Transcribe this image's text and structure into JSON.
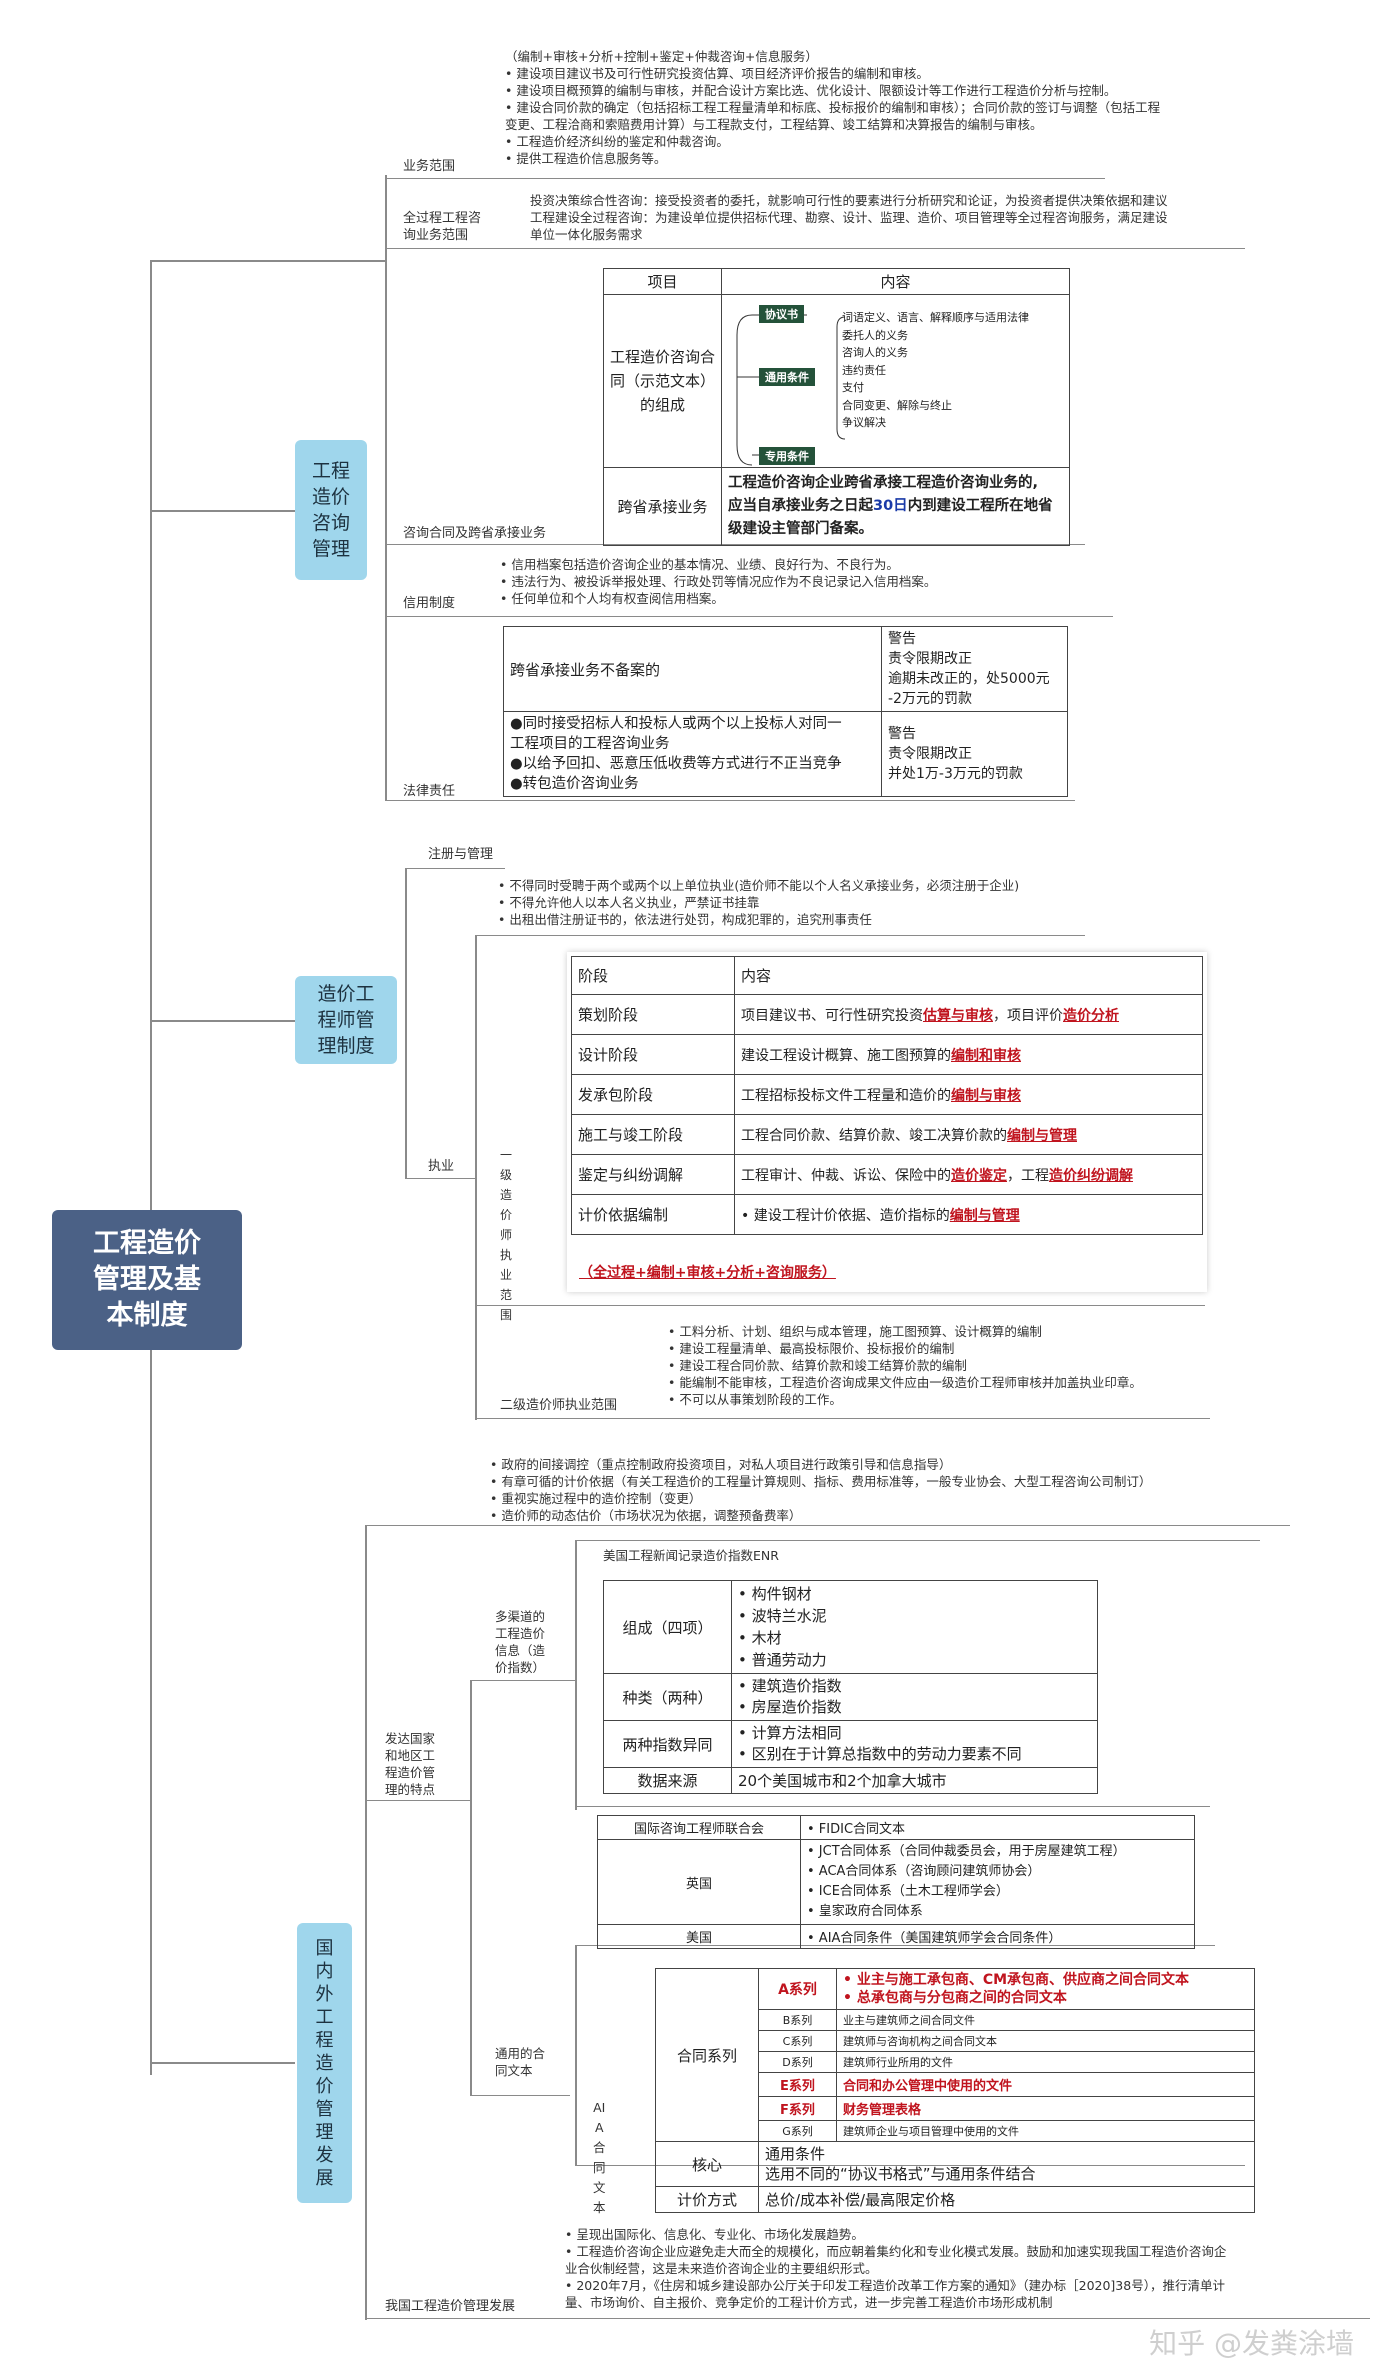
{
  "root_title": "工程造价\n管理及基\n本制度",
  "branches": {
    "consult": "工程\n造价\n咨询\n管理",
    "engineer": "造价工\n程师管\n理制度",
    "intl": "国\n内\n外\n工\n程\n造\n价\n管\n理\n发\n展"
  },
  "consult": {
    "scope_label": "业务范围",
    "scope_lines": [
      "（编制+审核+分析+控制+鉴定+仲裁咨询+信息服务）",
      "• 建设项目建议书及可行性研究投资估算、项目经济评价报告的编制和审核。",
      "• 建设项目概预算的编制与审核，并配合设计方案比选、优化设计、限额设计等工作进行工程造价分析与控制。",
      "• 建设合同价款的确定（包括招标工程工程量清单和标底、投标报价的编制和审核）；合同价款的签订与调整（包括工程",
      "  变更、工程洽商和索赔费用计算）与工程款支付，工程结算、竣工结算和决算报告的编制与审核。",
      "• 工程造价经济纠纷的鉴定和仲裁咨询。",
      "• 提供工程造价信息服务等。"
    ],
    "full_label": "全过程工程咨\n询业务范围",
    "full_lines": [
      "投资决策综合性咨询：接受投资者的委托，就影响可行性的要素进行分析研究和论证，为投资者提供决策依据和建议",
      "工程建设全过程咨询：为建设单位提供招标代理、勘察、设计、监理、造价、项目管理等全过程咨询服务，满足建设",
      "单位一体化服务需求"
    ],
    "contract_label": "咨询合同及跨省承接业务",
    "contract_table": {
      "h1": "项目",
      "h2": "内容",
      "row1_head": "工程造价咨询合\n同（示范文本）\n的组成",
      "tag1": "协议书",
      "tag2": "通用条件",
      "tag3": "专用条件",
      "items": [
        "词语定义、语言、解释顺序与适用法律",
        "委托人的义务",
        "咨询人的义务",
        "违约责任",
        "支付",
        "合同变更、解除与终止",
        "争议解决"
      ],
      "row2_head": "跨省承接业务",
      "row2_a": "工程造价咨询企业跨省承接工程造价咨询业务的,",
      "row2_b": "应当自承接业务之日起",
      "row2_num": "30日",
      "row2_c": "内到建设工程所在地省",
      "row2_d": "级建设主管部门备案。"
    },
    "credit_label": "信用制度",
    "credit_lines": [
      "• 信用档案包括造价咨询企业的基本情况、业绩、良好行为、不良行为。",
      "• 违法行为、被投诉举报处理、行政处罚等情况应作为不良记录记入信用档案。",
      "• 任何单位和个人均有权查阅信用档案。"
    ],
    "law_label": "法律责任",
    "law_table": {
      "r1_left": "跨省承接业务不备案的",
      "r1_right": "警告\n责令限期改正\n逾期未改正的，处5000元\n-2万元的罚款",
      "r2_left_1": "●同时接受招标人和投标人或两个以上投标人对同一",
      "r2_left_2": "工程项目的工程咨询业务",
      "r2_left_3": "●以给予回扣、恶意压低收费等方式进行不正当竞争",
      "r2_left_4": "●转包造价咨询业务",
      "r2_right": "警告\n责令限期改正\n并处1万-3万元的罚款"
    }
  },
  "engineer": {
    "reg_label": "注册与管理",
    "practice_label": "执业",
    "practice_lines": [
      "• 不得同时受聘于两个或两个以上单位执业(造价师不能以个人名义承接业务，必须注册于企业)",
      "• 不得允许他人以本人名义执业，严禁证书挂靠",
      "• 出租出借注册证书的，依法进行处罚，构成犯罪的，追究刑事责任"
    ],
    "first_label": "一\n级\n造\n价\n师\n执\n业\n范\n围",
    "stage_table": {
      "h1": "阶段",
      "h2": "内容",
      "rows": [
        {
          "stage": "策划阶段",
          "pre": "项目建议书、可行性研究投资",
          "red1": "估算与审核",
          "mid": "，项目评价",
          "red2": "造价分析"
        },
        {
          "stage": "设计阶段",
          "pre": "建设工程设计概算、施工图预算的",
          "red1": "编制和审核",
          "mid": "",
          "red2": ""
        },
        {
          "stage": "发承包阶段",
          "pre": "工程招标投标文件工程量和造价的",
          "red1": "编制与审核",
          "mid": "",
          "red2": ""
        },
        {
          "stage": "施工与竣工阶段",
          "pre": "工程合同价款、结算价款、竣工决算价款的",
          "red1": "编制与管理",
          "mid": "",
          "red2": ""
        },
        {
          "stage": "鉴定与纠纷调解",
          "pre": "工程审计、仲裁、诉讼、保险中的",
          "red1": "造价鉴定",
          "mid": "，工程",
          "red2": "造价纠纷调解"
        },
        {
          "stage": "计价依据编制",
          "pre": "• 建设工程计价依据、造价指标的",
          "red1": "编制与管理",
          "mid": "",
          "red2": ""
        }
      ],
      "footer": "（全过程+编制+审核+分析+咨询服务）"
    },
    "second_label": "二级造价师执业范围",
    "second_lines": [
      "• 工料分析、计划、组织与成本管理，施工图预算、设计概算的编制",
      "• 建设工程量清单、最高投标限价、投标报价的编制",
      "• 建设工程合同价款、结算价款和竣工结算价款的编制",
      "• 能编制不能审核，工程造价咨询成果文件应由一级造价工程师审核并加盖执业印章。",
      "• 不可以从事策划阶段的工作。"
    ]
  },
  "intl": {
    "top_lines": [
      "• 政府的间接调控（重点控制政府投资项目，对私人项目进行政策引导和信息指导）",
      "• 有章可循的计价依据（有关工程造价的工程量计算规则、指标、费用标准等，一般专业协会、大型工程咨询公司制订）",
      "• 重视实施过程中的造价控制（变更）",
      "• 造价师的动态估价（市场状况为依据，调整预备费率）"
    ],
    "dev_label": "发达国家\n和地区工\n程造价管\n理的特点",
    "multi_label": "多渠道的\n工程造价\n信息（造\n价指数）",
    "enr_label": "美国工程新闻记录造价指数ENR",
    "enr_table": {
      "r1": "组成（四项）",
      "r1_items": [
        "• 构件钢材",
        "• 波特兰水泥",
        "• 木材",
        "• 普通劳动力"
      ],
      "r2": "种类（两种）",
      "r2_items": [
        "• 建筑造价指数",
        "• 房屋造价指数"
      ],
      "r3": "两种指数异同",
      "r3_items": [
        "• 计算方法相同",
        "• 区别在于计算总指数中的劳动力要素不同"
      ],
      "r4": "数据来源",
      "r4_items": [
        "20个美国城市和2个加拿大城市"
      ]
    },
    "common_label": "通用的合\n同文本",
    "fidic_table": {
      "r1": "国际咨询工程师联合会",
      "r1_items": [
        "• FIDIC合同文本"
      ],
      "r2": "英国",
      "r2_items": [
        "• JCT合同体系（合同仲裁委员会，用于房屋建筑工程）",
        "• ACA合同体系（咨询顾问建筑师协会）",
        "• ICE合同体系（土木工程师学会）",
        "• 皇家政府合同体系"
      ],
      "r3": "美国",
      "r3_items": [
        "• AIA合同条件（美国建筑师学会合同条件）"
      ]
    },
    "aia_label": "AI\nA\n合\n同\n文\n本",
    "aia_table": {
      "contract": "合同系列",
      "series": [
        {
          "name": "A系列",
          "desc": "• 业主与施工承包商、CM承包商、供应商之间合同文本\n• 总承包商与分包商之间的合同文本",
          "hl": true
        },
        {
          "name": "B系列",
          "desc": "业主与建筑师之间合同文件",
          "hl": false
        },
        {
          "name": "C系列",
          "desc": "建筑师与咨询机构之间合同文本",
          "hl": false
        },
        {
          "name": "D系列",
          "desc": "建筑师行业所用的文件",
          "hl": false
        },
        {
          "name": "E系列",
          "desc": "合同和办公管理中使用的文件",
          "hl": true
        },
        {
          "name": "F系列",
          "desc": "财务管理表格",
          "hl": true
        },
        {
          "name": "G系列",
          "desc": "建筑师企业与项目管理中使用的文件",
          "hl": false
        }
      ],
      "core": "核心",
      "core_1": "通用条件",
      "core_2": "选用不同的“协议书格式”与通用条件结合",
      "price": "计价方式",
      "price_val": "总价/成本补偿/最高限定价格"
    },
    "cn_label": "我国工程造价管理发展",
    "cn_lines": [
      "• 呈现出国际化、信息化、专业化、市场化发展趋势。",
      "• 工程造价咨询企业应避免走大而全的规模化，而应朝着集约化和专业化模式发展。鼓励和加速实现我国工程造价咨询企",
      "  业合伙制经营，这是未来造价咨询企业的主要组织形式。",
      "• 2020年7月，《住房和城乡建设部办公厅关于印发工程造价改革工作方案的通知》（建办标［2020]38号），推行清单计",
      "  量、市场询价、自主报价、竞争定价的工程计价方式，进一步完善工程造价市场形成机制"
    ]
  },
  "watermark": "知乎 @发粪涂墙"
}
